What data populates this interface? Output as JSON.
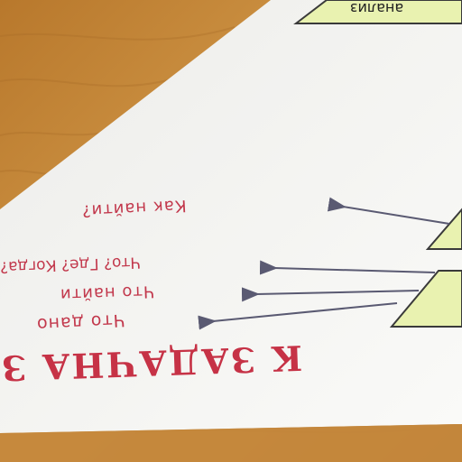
{
  "texts": {
    "top_box": "анализ",
    "kak_nayti": "Как найти?",
    "gde_kogda": "Что? Где? Когда?",
    "chto_nayti": "Что найти",
    "chto_dano": "Что дано",
    "title_fragment": "К ЗАДАЧНА З"
  },
  "colors": {
    "table": "#c98a3a",
    "poster": "#f5f5f1",
    "text_red": "#c2384c",
    "box_fill": "#e9f2b0",
    "box_stroke": "#3a3a3a",
    "arrow": "#5a5a72"
  }
}
